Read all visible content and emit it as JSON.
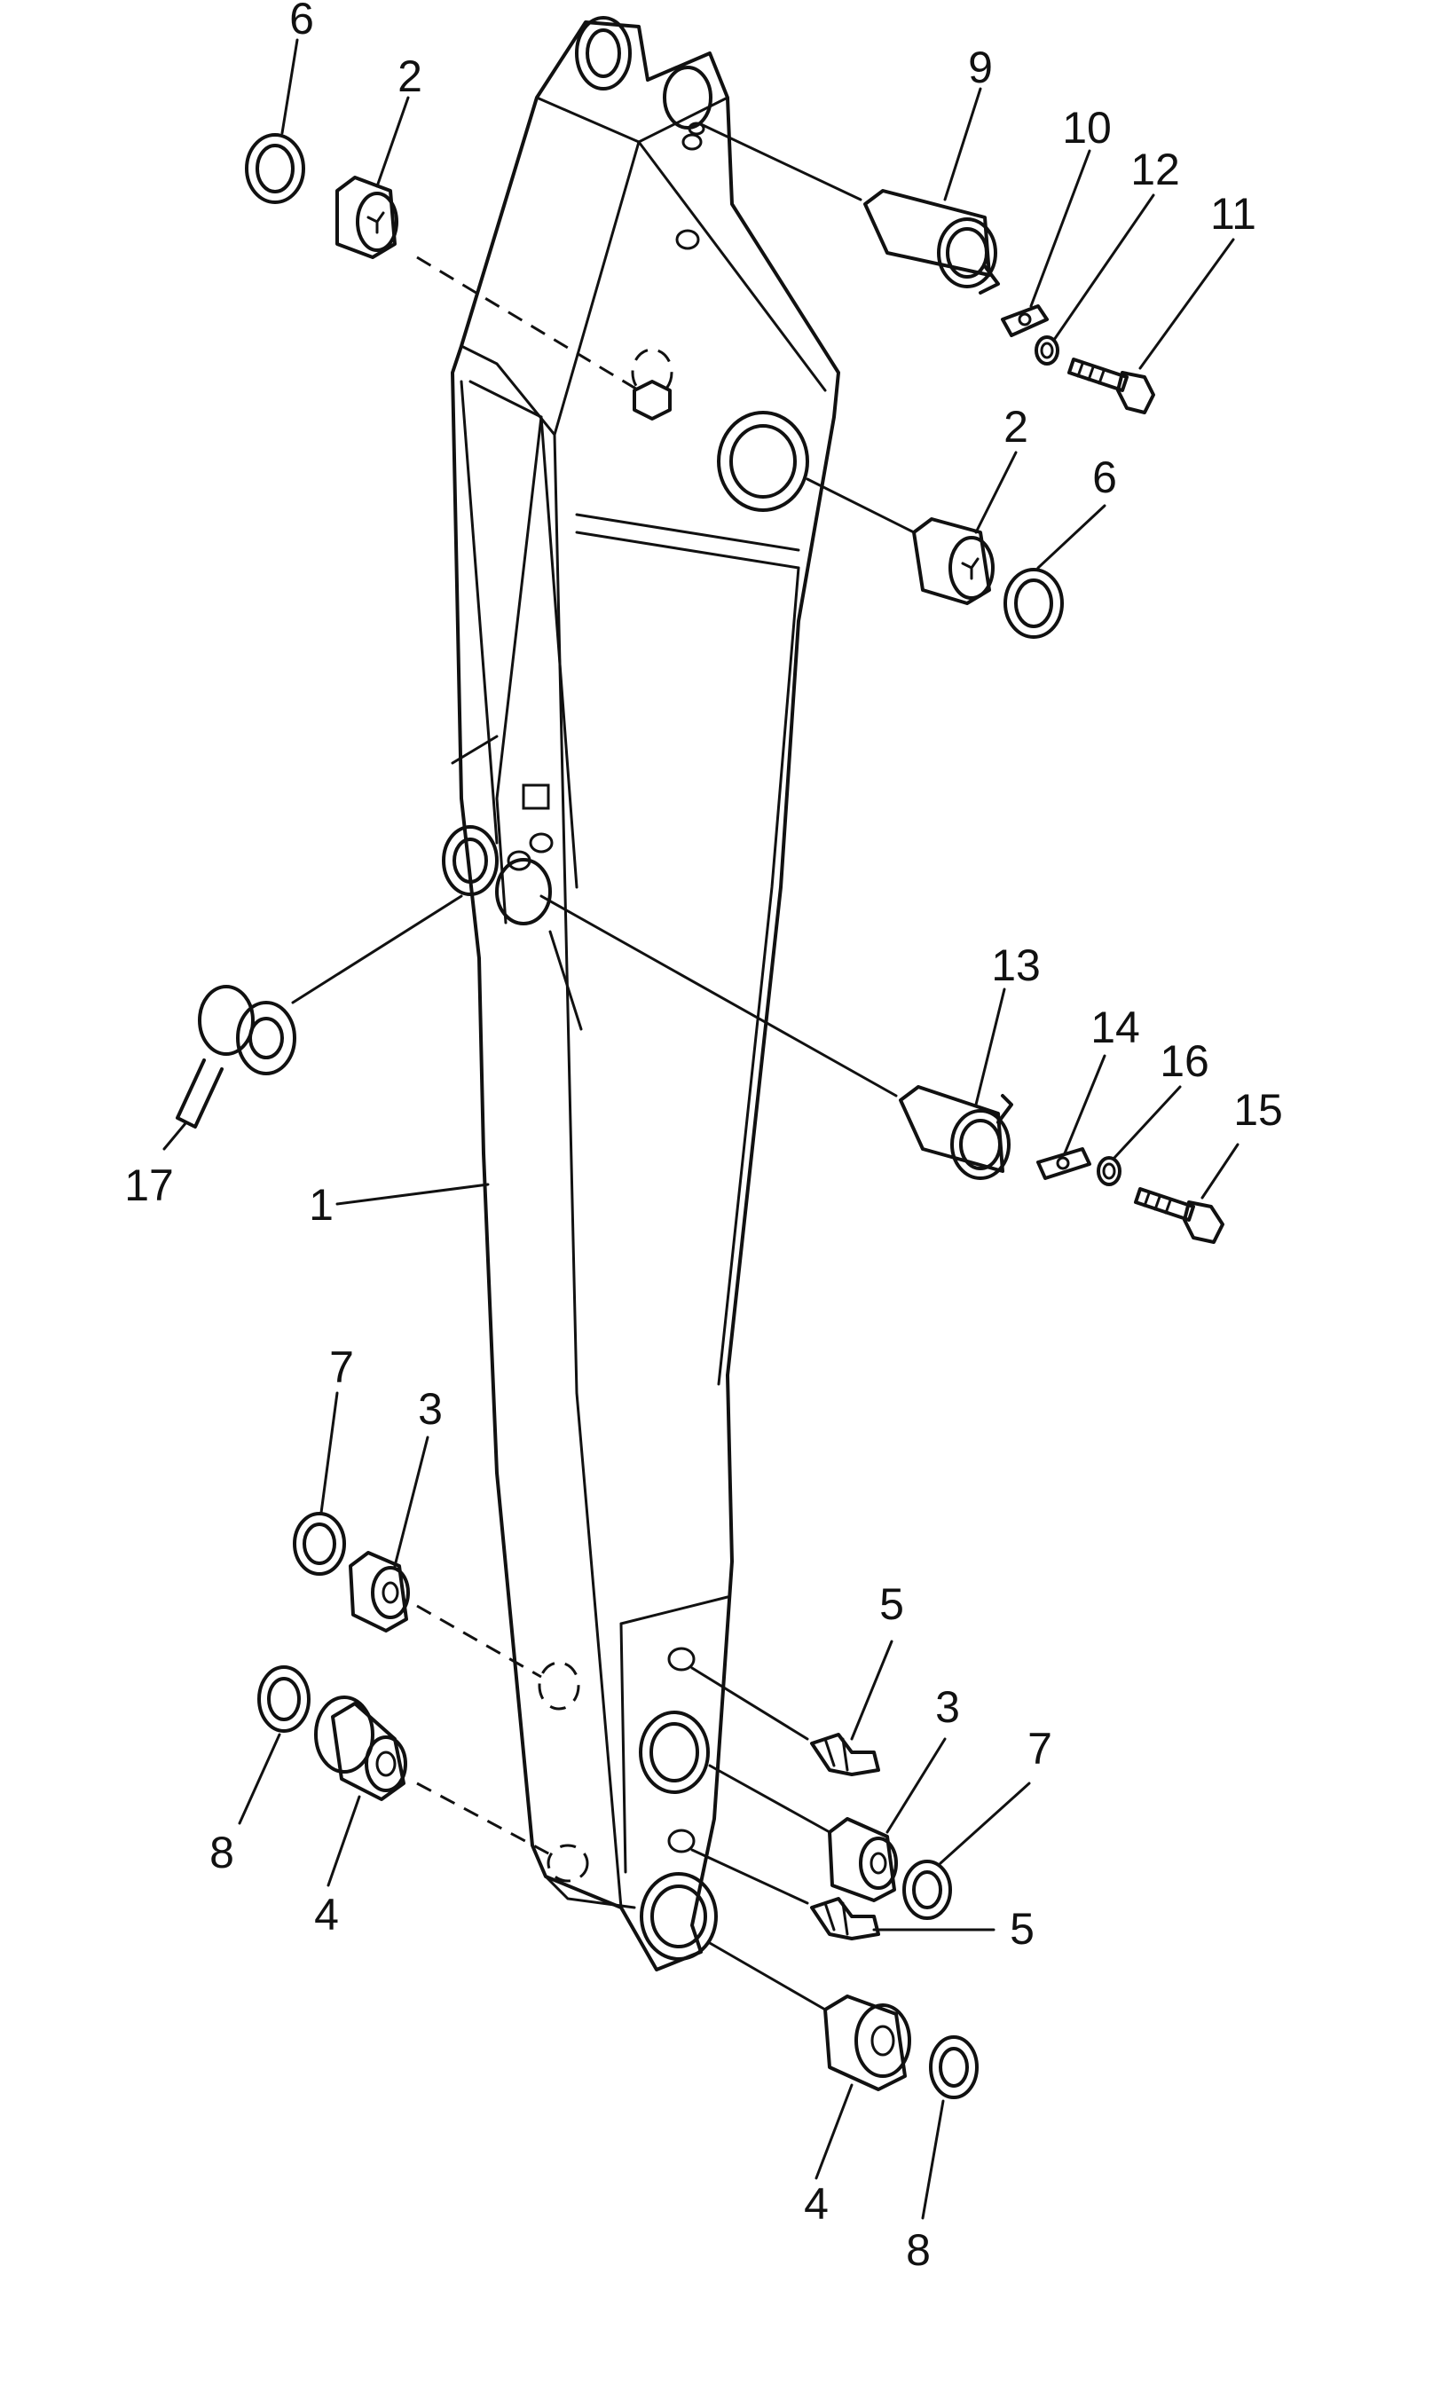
{
  "callouts": {
    "c1": "1",
    "c2a": "2",
    "c2b": "2",
    "c3a": "3",
    "c3b": "3",
    "c4a": "4",
    "c4b": "4",
    "c5a": "5",
    "c5b": "5",
    "c6a": "6",
    "c6b": "6",
    "c7a": "7",
    "c7b": "7",
    "c8a": "8",
    "c8b": "8",
    "c9": "9",
    "c10": "10",
    "c11": "11",
    "c12": "12",
    "c13": "13",
    "c14": "14",
    "c15": "15",
    "c16": "16",
    "c17": "17"
  }
}
